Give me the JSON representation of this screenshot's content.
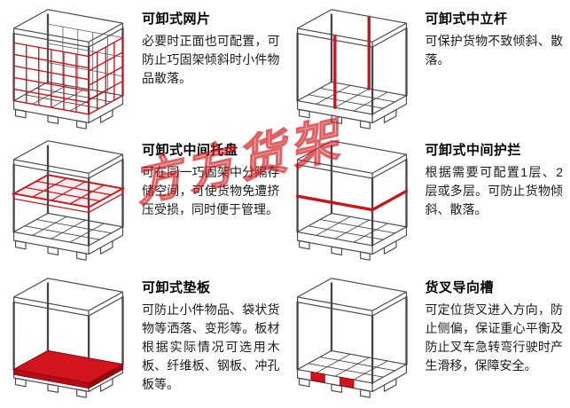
{
  "watermark": {
    "text": "方方货架",
    "color": "#d21d1d"
  },
  "colors": {
    "highlight": "#c8141c",
    "line": "#45454c",
    "back_mesh": "#666666"
  },
  "cells": [
    {
      "id": "mesh-panel",
      "title": "可卸式网片",
      "desc": "必要时正面也可配置，可防止巧固架倾斜时小件物品散落。"
    },
    {
      "id": "center-pole",
      "title": "可卸式中立杆",
      "desc": "可保护货物不致倾斜、散落。"
    },
    {
      "id": "middle-pallet",
      "title": "可卸式中间托盘",
      "desc": "可在同一巧固架中分隔存储空间，可使货物免遭挤压受损，同时便于管理。"
    },
    {
      "id": "middle-rail",
      "title": "可卸式中间护拦",
      "desc": "根据需要可配置1层、2层或多层。可防止货物倾斜、散落。"
    },
    {
      "id": "base-board",
      "title": "可卸式垫板",
      "desc": "可防止小件物品、袋状货物等洒落、变形等。板材根据实际情况可选用木板、纤维板、钢板、冲孔板等。"
    },
    {
      "id": "fork-guide",
      "title": "货叉导向槽",
      "desc": "可定位货叉进入方向，防止侧偏，保证重心平衡及防止叉车急转弯行驶时产生滑移，保障安全。"
    }
  ]
}
